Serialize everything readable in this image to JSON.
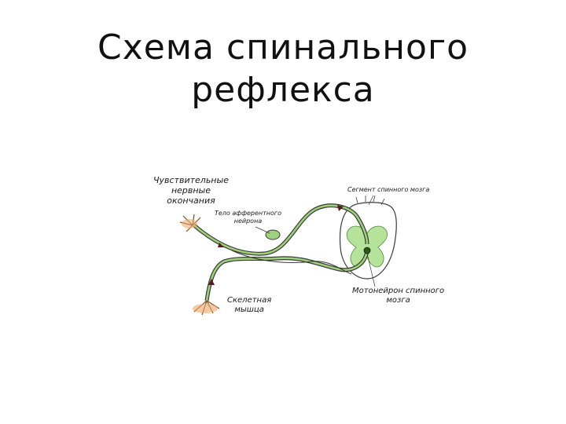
{
  "slide": {
    "title_line1": "Схема спинального",
    "title_line2": "рефлекса"
  },
  "diagram": {
    "labels": {
      "sensory_endings": [
        "Чувствительные",
        "нервные",
        "окончания"
      ],
      "afferent_body": [
        "Тело афферентного",
        "нейрона"
      ],
      "spinal_segment": "Сегмент спинного мозга",
      "motoneuron": [
        "Мотонейрон спинного",
        "мозга"
      ],
      "skeletal_muscle": [
        "Скелетная",
        "мышца"
      ]
    },
    "colors": {
      "nerve_fill": "#9fd07a",
      "nerve_outline": "#3a3a3a",
      "grey_matter": "#b6e39a",
      "receptor": "#e8a86a",
      "muscle": "#e8a86a",
      "arrow": "#5a1a1a"
    }
  }
}
